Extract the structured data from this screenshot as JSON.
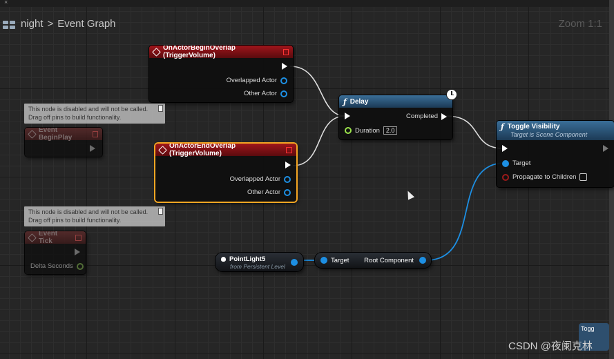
{
  "window": {
    "tab_close": "×"
  },
  "breadcrumb": {
    "parent": "night",
    "separator": ">",
    "current": "Event Graph"
  },
  "zoom_label": "Zoom 1:1",
  "nodes": {
    "begin_overlap": {
      "title": "OnActorBeginOverlap (TriggerVolume)",
      "pins": [
        "Overlapped Actor",
        "Other Actor"
      ]
    },
    "end_overlap": {
      "title": "OnActorEndOverlap (TriggerVolume)",
      "pins": [
        "Overlapped Actor",
        "Other Actor"
      ]
    },
    "delay": {
      "title": "Delay",
      "out_pin": "Completed",
      "duration_label": "Duration",
      "duration_value": "2.0"
    },
    "toggle_visibility": {
      "title": "Toggle Visibility",
      "subtitle": "Target is Scene Component",
      "target_label": "Target",
      "propagate_label": "Propagate to Children"
    },
    "begin_play": {
      "title": "Event BeginPlay"
    },
    "event_tick": {
      "title": "Event Tick",
      "delta_label": "Delta Seconds"
    },
    "point_light": {
      "title": "PointLight5",
      "subtitle": "from Persistent Level"
    },
    "root_component": {
      "in_label": "Target",
      "out_label": "Root Component"
    },
    "mini": {
      "title": "Togg"
    }
  },
  "comments": {
    "disabled_1": {
      "line1": "This node is disabled and will not be called.",
      "line2": "Drag off pins to build functionality."
    },
    "disabled_2": {
      "line1": "This node is disabled and will not be called.",
      "line2": "Drag off pins to build functionality."
    }
  },
  "watermark": "CSDN @夜阑克林",
  "colors": {
    "event_header": "#a0151b",
    "function_header": "#3a6e98",
    "object_pin": "#1d8fe3",
    "float_pin": "#9ce44c",
    "selected_outline": "#f5a623"
  }
}
